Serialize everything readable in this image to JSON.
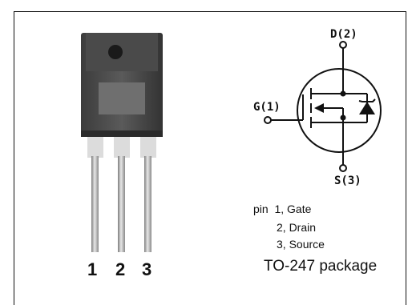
{
  "transistor_photo": {
    "pin_numbers": [
      "1",
      "2",
      "3"
    ]
  },
  "symbol": {
    "drain_label": "D(2)",
    "gate_label": "G(1)",
    "source_label": "S(3)"
  },
  "pinout_legend": {
    "line1": "pin  1, Gate",
    "line2": "2, Drain",
    "line3": "3, Source",
    "package": "TO-247 package"
  }
}
